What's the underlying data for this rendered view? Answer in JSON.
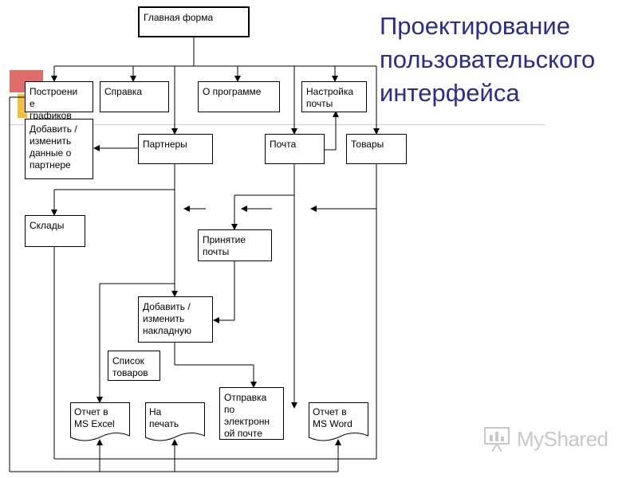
{
  "slide": {
    "title_lines": [
      "Проектирование",
      "пользовательского",
      "интерфейса"
    ]
  },
  "diagram": {
    "main_form": "Главная форма",
    "charts": "Построени\nе\nграфиков",
    "help": "Справка",
    "about": "О программе",
    "mail_settings": "Настройка\nпочты",
    "edit_partner": "Добавить /\nизменить\nданные о\nпартнере",
    "partners": "Партнеры",
    "mail": "Почта",
    "goods": "Товары",
    "warehouses": "Склады",
    "receive_mail": "Принятие\nпочты",
    "edit_invoice": "Добавить /\nизменить\nнакладную",
    "goods_list": "Список\nтоваров",
    "send_email": "Отправка\nпо\nэлектронн\nой почте",
    "report_excel": "Отчет в\nMS Excel",
    "print": "На\nпечать",
    "report_word": "Отчет в\nMS Word"
  },
  "watermark": {
    "brand": "MyShared"
  },
  "colors": {
    "title": "#2b2b93",
    "accent_red": "#d9534f",
    "accent_yellow": "#f0c040",
    "watermark": "#c8c8c8"
  }
}
